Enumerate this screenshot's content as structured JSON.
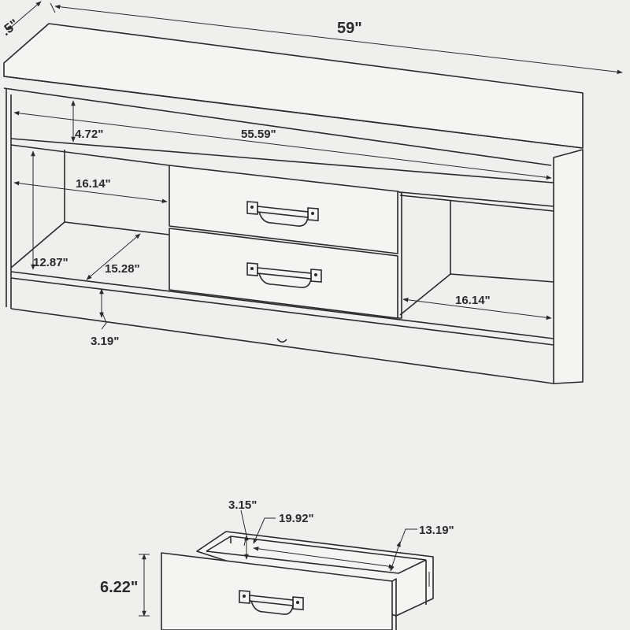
{
  "diagram": {
    "labels": {
      "overall_width": "59\"",
      "overall_depth": ".5\"",
      "top_gap": "4.72\"",
      "inner_width": "55.59\"",
      "left_opening_width": "16.14\"",
      "opening_height": "12.87\"",
      "shelf_depth": "15.28\"",
      "right_opening_width": "16.14\"",
      "leg_height": "3.19\"",
      "drawer_front_height": "3.15\"",
      "drawer_width": "19.92\"",
      "drawer_depth": "13.19\"",
      "drawer_height": "6.22\""
    }
  }
}
